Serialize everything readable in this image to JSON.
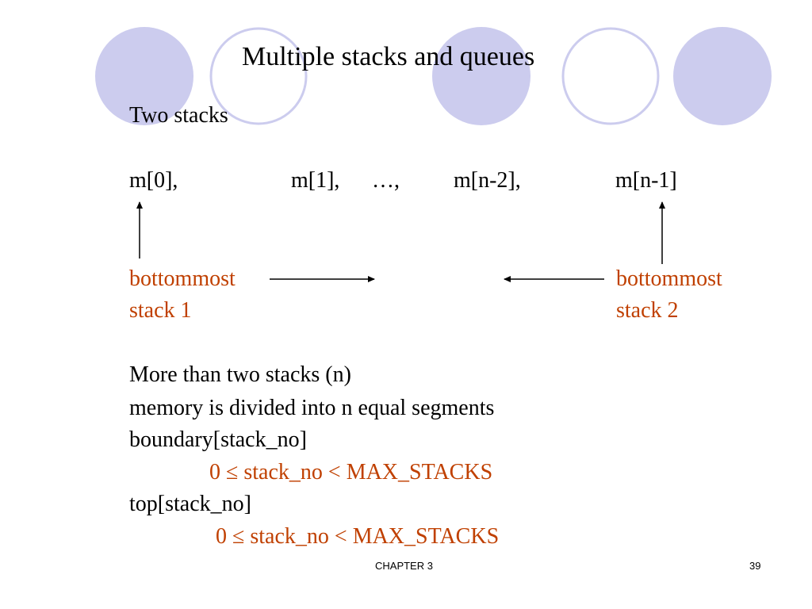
{
  "slide": {
    "title": "Multiple stacks and queues",
    "heading": "Two stacks",
    "memory_cells": [
      "m[0],",
      "m[1],",
      "…,",
      "m[n-2],",
      "m[n-1]"
    ],
    "left_label": [
      "bottommost",
      "stack 1"
    ],
    "right_label": [
      "bottommost",
      "stack 2"
    ],
    "more_heading": "More than two stacks (n)",
    "line_divided": "memory is divided into n equal segments",
    "boundary": "boundary[stack_no]",
    "constraint_1": "0 ≤ stack_no < MAX_STACKS",
    "top": "top[stack_no]",
    "constraint_2": "0 ≤ stack_no < MAX_STACKS"
  },
  "footer": {
    "chapter": "CHAPTER 3",
    "page": "39"
  },
  "colors": {
    "circle_fill": "#ccccee",
    "circle_stroke": "#ccccee",
    "accent_red": "#c04000"
  }
}
